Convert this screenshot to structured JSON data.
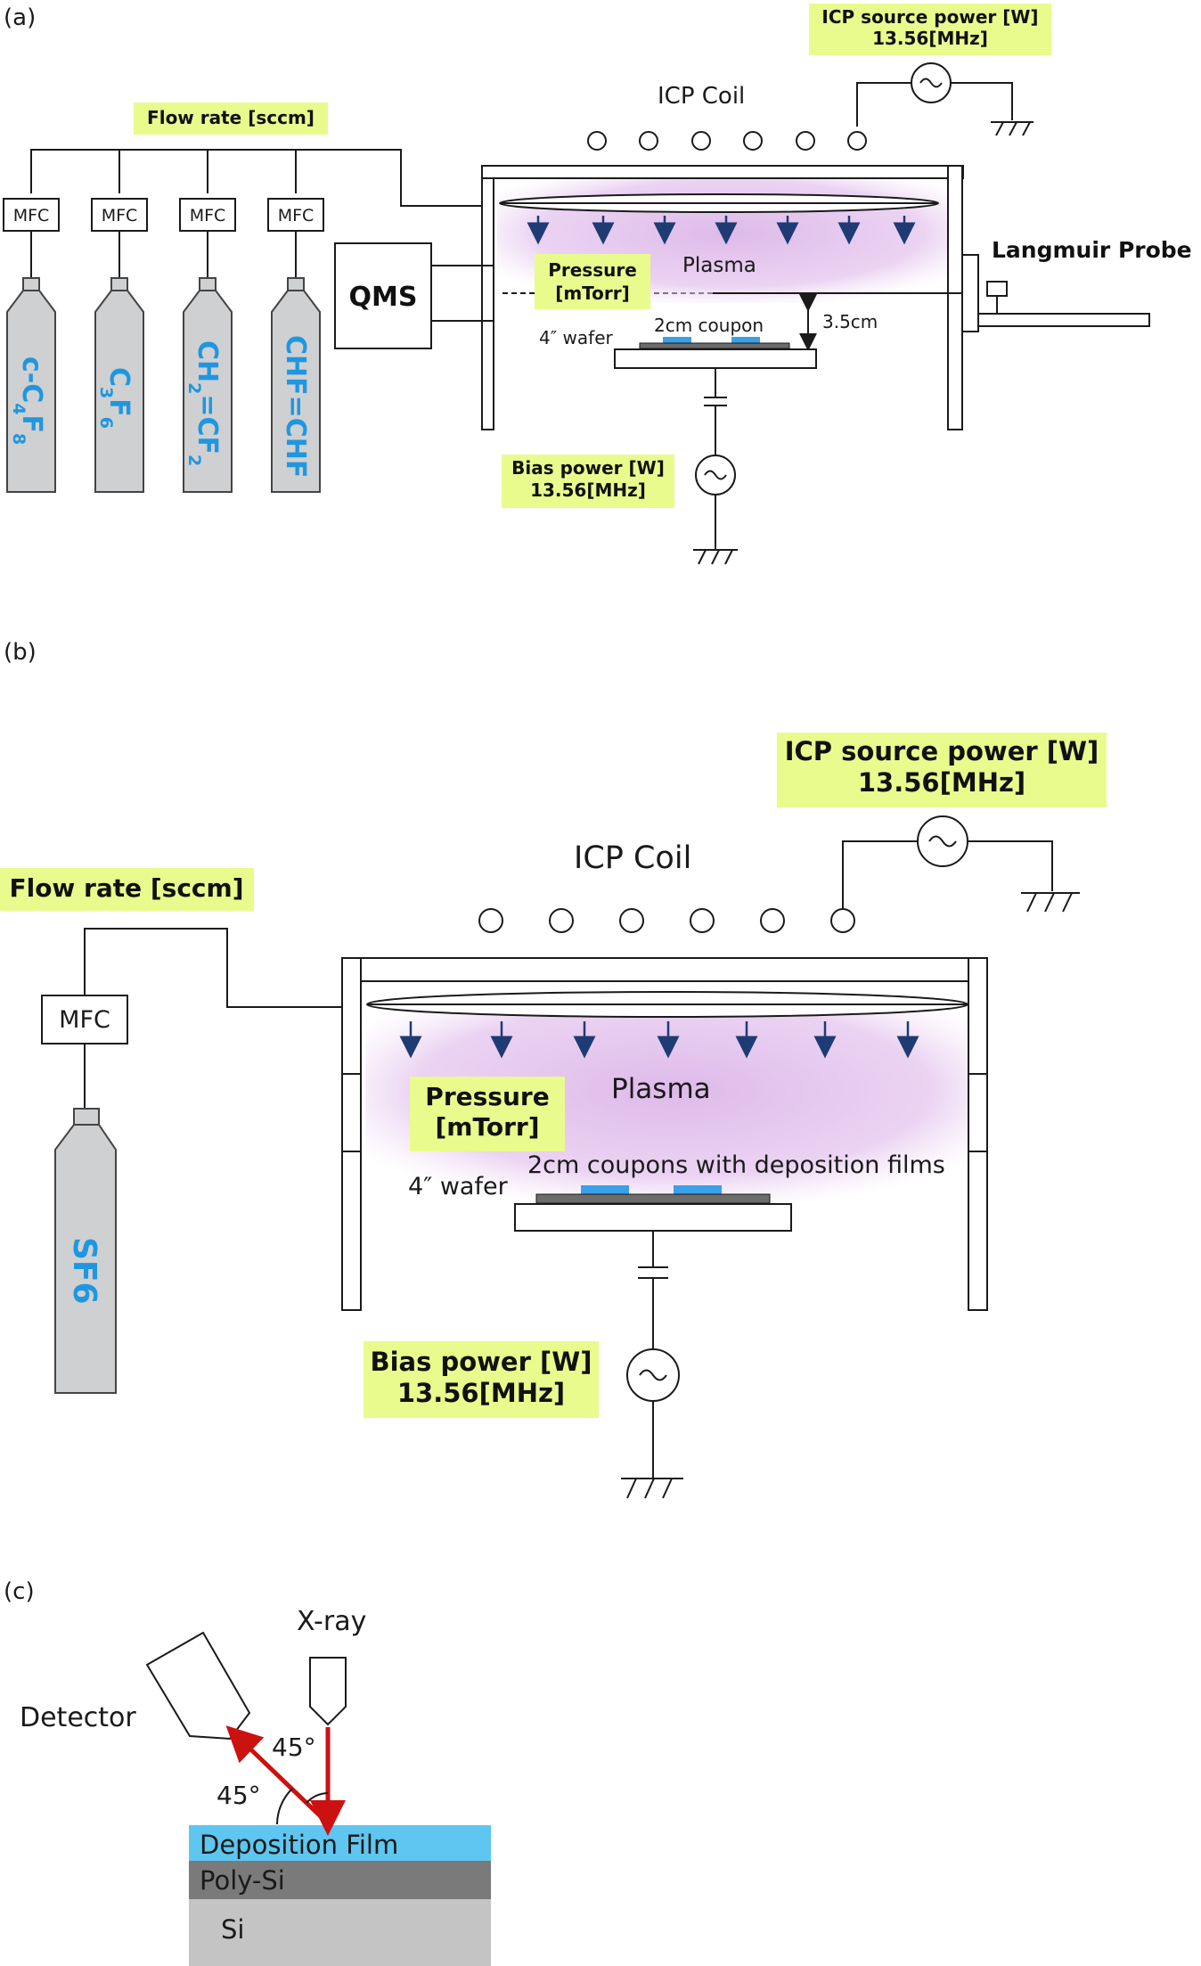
{
  "panel_a": {
    "tag": "(a)",
    "icp_power": {
      "line1": "ICP source power [W]",
      "line2": "13.56[MHz]"
    },
    "icp_coil": "ICP Coil",
    "flow_rate": "Flow rate [sccm]",
    "mfc": [
      "MFC",
      "MFC",
      "MFC",
      "MFC"
    ],
    "qms": "QMS",
    "pressure": {
      "line1": "Pressure",
      "line2": "[mTorr]"
    },
    "plasma": "Plasma",
    "langmuir": "Langmuir Probe",
    "gap": "3.5cm",
    "wafer": "4″ wafer",
    "coupon": "2cm coupon",
    "bias_power": {
      "line1": "Bias power [W]",
      "line2": "13.56[MHz]"
    },
    "gases": [
      {
        "base": "c-C",
        "sub1": "4",
        "mid": "F",
        "sub2": "8",
        "mid2": "",
        "sub3": ""
      },
      {
        "base": "C",
        "sub1": "3",
        "mid": "F",
        "sub2": "6",
        "mid2": "",
        "sub3": ""
      },
      {
        "base": "CH",
        "sub1": "2",
        "mid": "=CF",
        "sub2": "2",
        "mid2": "",
        "sub3": ""
      },
      {
        "base": "CHF=CHF",
        "sub1": "",
        "mid": "",
        "sub2": "",
        "mid2": "",
        "sub3": ""
      }
    ]
  },
  "panel_b": {
    "tag": "(b)",
    "icp_power": {
      "line1": "ICP source power [W]",
      "line2": "13.56[MHz]"
    },
    "icp_coil": "ICP Coil",
    "flow_rate": "Flow rate [sccm]",
    "mfc": "MFC",
    "gas": "SF6",
    "pressure": {
      "line1": "Pressure",
      "line2": "[mTorr]"
    },
    "plasma": "Plasma",
    "wafer": "4″ wafer",
    "coupons": "2cm coupons with deposition films",
    "bias_power": {
      "line1": "Bias power [W]",
      "line2": "13.56[MHz]"
    }
  },
  "panel_c": {
    "tag": "(c)",
    "xray": "X-ray",
    "detector": "Detector",
    "angle1": "45°",
    "angle2": "45°",
    "layers": [
      "Deposition Film",
      "Poly-Si",
      "Si"
    ]
  },
  "colors": {
    "label_bg": "#e9fb8d",
    "gas_text": "#1f97e0",
    "plasma": "#dcb6e8",
    "film": "#5ec6f0",
    "poly_si": "#7a7a7a",
    "si": "#c4c4c4",
    "ray": "#cc1111",
    "arrow": "#1f3b73"
  }
}
